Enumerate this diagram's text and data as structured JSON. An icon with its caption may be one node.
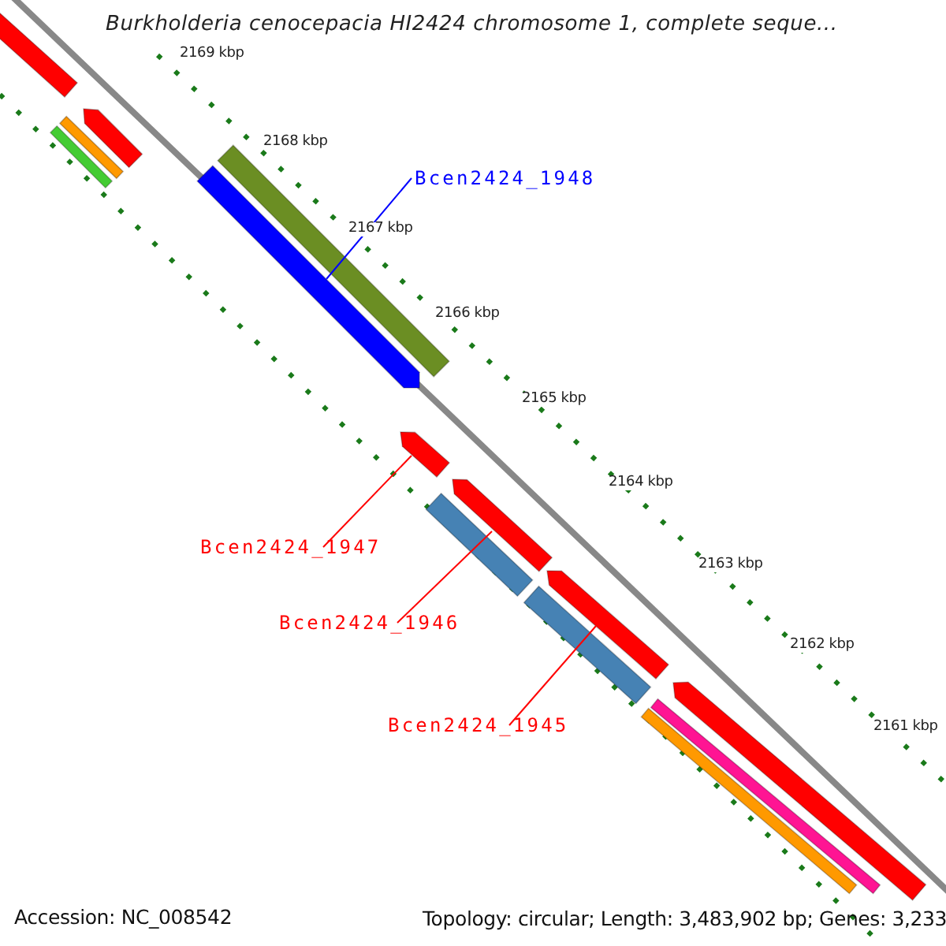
{
  "diagram": {
    "title": "Burkholderia cenocepacia HI2424 chromosome 1, complete seque...",
    "nodes": [
      {
        "text": [
          "Bcen2424_1948"
        ]
      },
      {
        "text": [],
        "shape": "bar"
      },
      {
        "text": [
          "Bcen2424_1947"
        ]
      },
      {
        "text": [],
        "shape": "bar"
      },
      {
        "text": [
          "Bcen2424_1946"
        ]
      },
      {
        "text": [],
        "shape": "bar"
      },
      {
        "text": [
          "Bcen2424_1945"
        ]
      },
      {
        "text": [],
        "shape": "bar"
      },
      {
        "text": [],
        "shape": "bar"
      },
      {
        "text": [],
        "shape": "bar"
      },
      {
        "text": [],
        "shape": "bar"
      },
      {
        "text": [],
        "shape": "bar"
      },
      {
        "text": [],
        "shape": "bar"
      },
      {
        "text": [],
        "shape": "bar"
      },
      {
        "text": [],
        "shape": "bar"
      },
      {
        "text": [],
        "shape": "bar"
      },
      {
        "text": [],
        "shape": "bar"
      },
      {
        "text": [],
        "shape": "bar"
      }
    ],
    "edges": [
      {
        "from": 0,
        "to": 1,
        "arrow": "none",
        "color": "#0000ff"
      },
      {
        "from": 2,
        "to": 3,
        "arrow": "none"
      },
      {
        "from": 4,
        "to": 5,
        "arrow": "none"
      },
      {
        "from": 6,
        "to": 7,
        "arrow": "none"
      }
    ],
    "labels": [
      "2169 kbp",
      "2168 kbp",
      "2167 kbp",
      "2166 kbp",
      "2165 kbp",
      "2164 kbp",
      "2163 kbp",
      "2162 kbp",
      "2161 kbp",
      "Accession: NC_008542",
      "Topology: circular; Length: 3,483,902 bp; Genes: 3,233"
    ]
  }
}
